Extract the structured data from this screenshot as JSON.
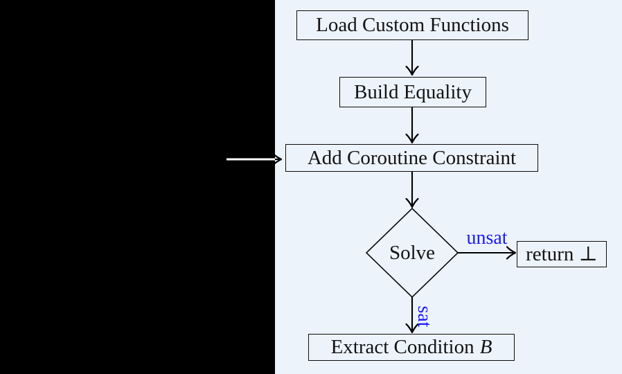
{
  "colors": {
    "panel_background": "#edf3fb",
    "left_cover": "#000000",
    "line": "#000000",
    "incoming_arrow_shaft": "#ffffff",
    "edge_label": "#1a1aff",
    "node_text": "#131313"
  },
  "nodes": {
    "load": {
      "label": "Load Custom Functions",
      "shape": "rectangle"
    },
    "build": {
      "label": "Build Equality",
      "shape": "rectangle"
    },
    "add_coroutine": {
      "label": "Add Coroutine Constraint",
      "shape": "rectangle"
    },
    "solve": {
      "label": "Solve",
      "shape": "diamond"
    },
    "return_bottom": {
      "label": "return ⊥",
      "shape": "rectangle"
    },
    "extract": {
      "label_text": "Extract Condition",
      "label_math": "B",
      "shape": "rectangle"
    }
  },
  "edges": {
    "flow": [
      {
        "from": "load",
        "to": "build",
        "label": ""
      },
      {
        "from": "build",
        "to": "add_coroutine",
        "label": ""
      },
      {
        "from": "offscreen_left",
        "to": "add_coroutine",
        "label": ""
      },
      {
        "from": "add_coroutine",
        "to": "solve",
        "label": ""
      },
      {
        "from": "solve",
        "to": "return_bottom",
        "label": "unsat"
      },
      {
        "from": "solve",
        "to": "extract",
        "label": "sat"
      }
    ],
    "unsat": {
      "label": "unsat"
    },
    "sat": {
      "label": "sat"
    }
  }
}
